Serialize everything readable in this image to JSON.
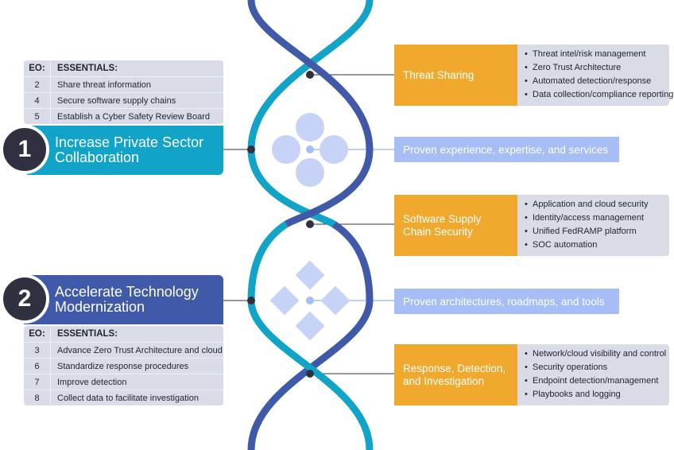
{
  "colors": {
    "teal": "#12a3c8",
    "navy": "#4059a9",
    "orange": "#f0a92c",
    "light_blue": "#a6bdf5",
    "gray": "#d9dce6",
    "dark": "#2f3140"
  },
  "eo_tables": [
    {
      "header": {
        "eo": "EO:",
        "title": "ESSENTIALS:"
      },
      "rows": [
        {
          "num": "2",
          "text": "Share threat information"
        },
        {
          "num": "4",
          "text": "Secure software supply chains"
        },
        {
          "num": "5",
          "text": "Establish a Cyber Safety Review Board"
        }
      ]
    },
    {
      "header": {
        "eo": "EO:",
        "title": "ESSENTIALS:"
      },
      "rows": [
        {
          "num": "3",
          "text": "Advance Zero Trust Architecture and cloud"
        },
        {
          "num": "6",
          "text": "Standardize response procedures"
        },
        {
          "num": "7",
          "text": "Improve detection"
        },
        {
          "num": "8",
          "text": "Collect data to facilitate investigation"
        }
      ]
    }
  ],
  "pillars": [
    {
      "number": "1",
      "line1": "Increase Private Sector",
      "line2": "Collaboration"
    },
    {
      "number": "2",
      "line1": "Accelerate Technology",
      "line2": "Modernization"
    }
  ],
  "categories": [
    {
      "line1": "Threat Sharing",
      "line2": "",
      "bullets": [
        "Threat intel/risk management",
        "Zero Trust Architecture",
        "Automated detection/response",
        "Data collection/compliance reporting"
      ]
    },
    {
      "line1": "Software Supply",
      "line2": "Chain Security",
      "bullets": [
        "Application and cloud security",
        "Identity/access management",
        "Unified FedRAMP platform",
        "SOC automation"
      ]
    },
    {
      "line1": "Response, Detection,",
      "line2": "and Investigation",
      "bullets": [
        "Network/cloud visibility and control",
        "Security operations",
        "Endpoint detection/management",
        "Playbooks and logging"
      ]
    }
  ],
  "proofs": [
    "Proven experience, expertise, and services",
    "Proven architectures, roadmaps, and tools"
  ]
}
